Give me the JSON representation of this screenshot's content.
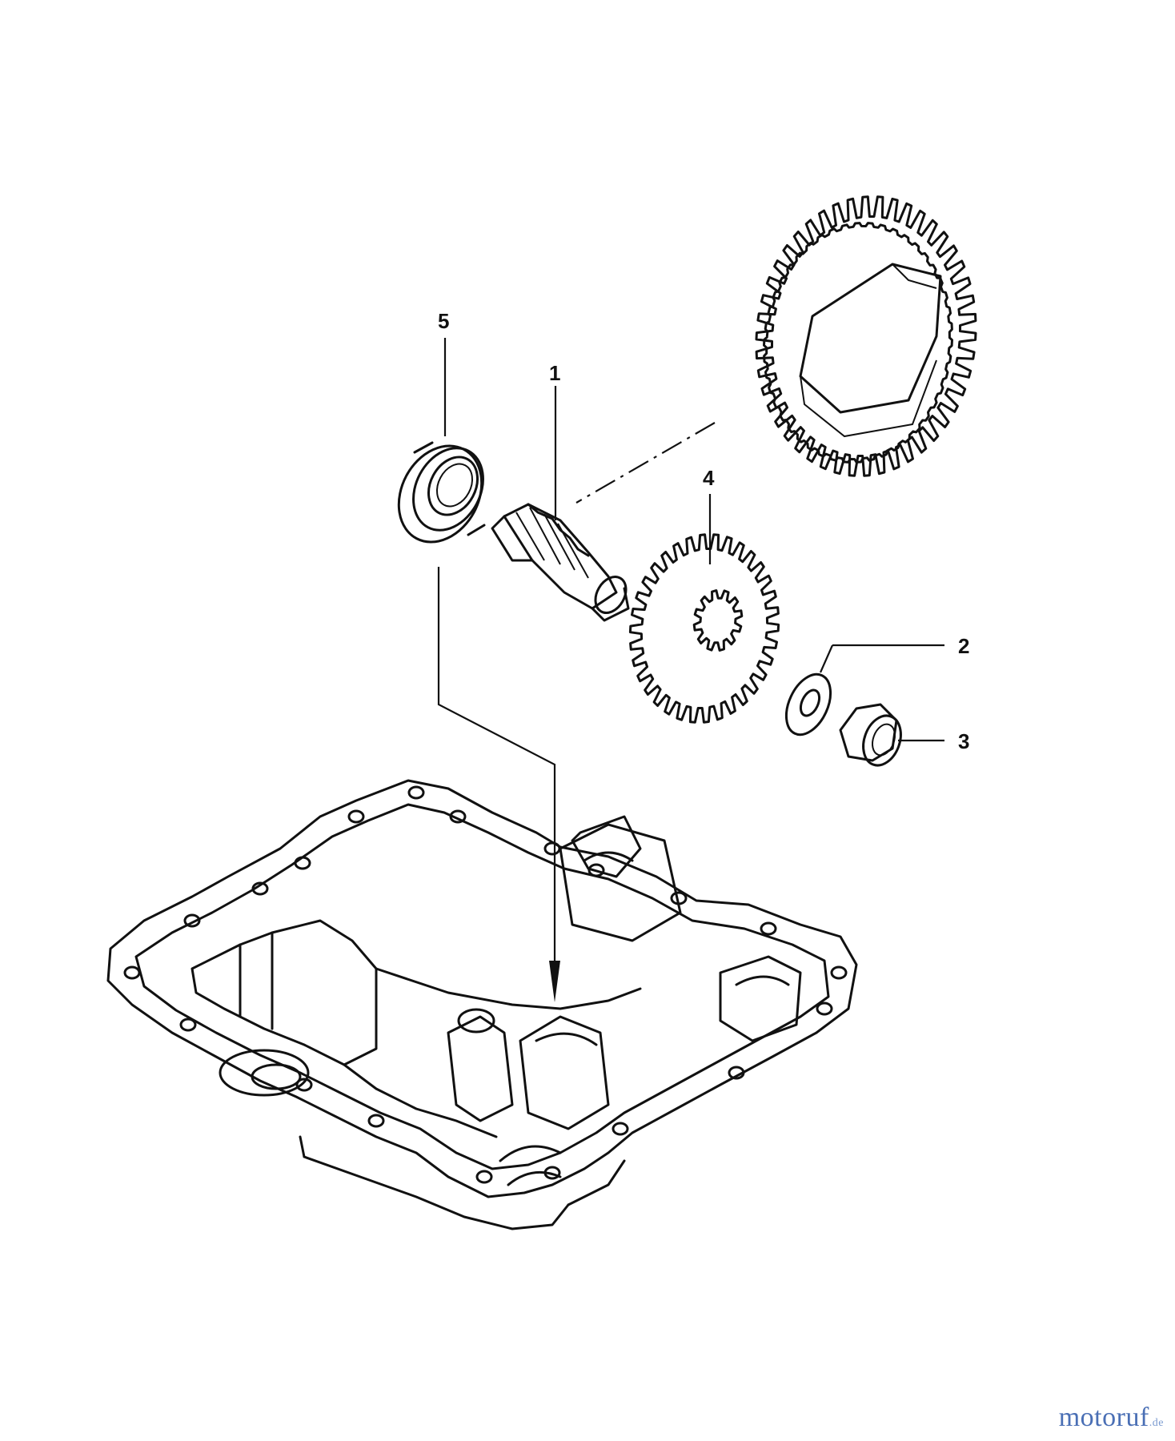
{
  "callouts": [
    {
      "id": "1",
      "label": "1"
    },
    {
      "id": "2",
      "label": "2"
    },
    {
      "id": "3",
      "label": "3"
    },
    {
      "id": "4",
      "label": "4"
    },
    {
      "id": "5",
      "label": "5"
    }
  ],
  "watermark": {
    "text": "motoruf",
    "suffix": ".de"
  }
}
